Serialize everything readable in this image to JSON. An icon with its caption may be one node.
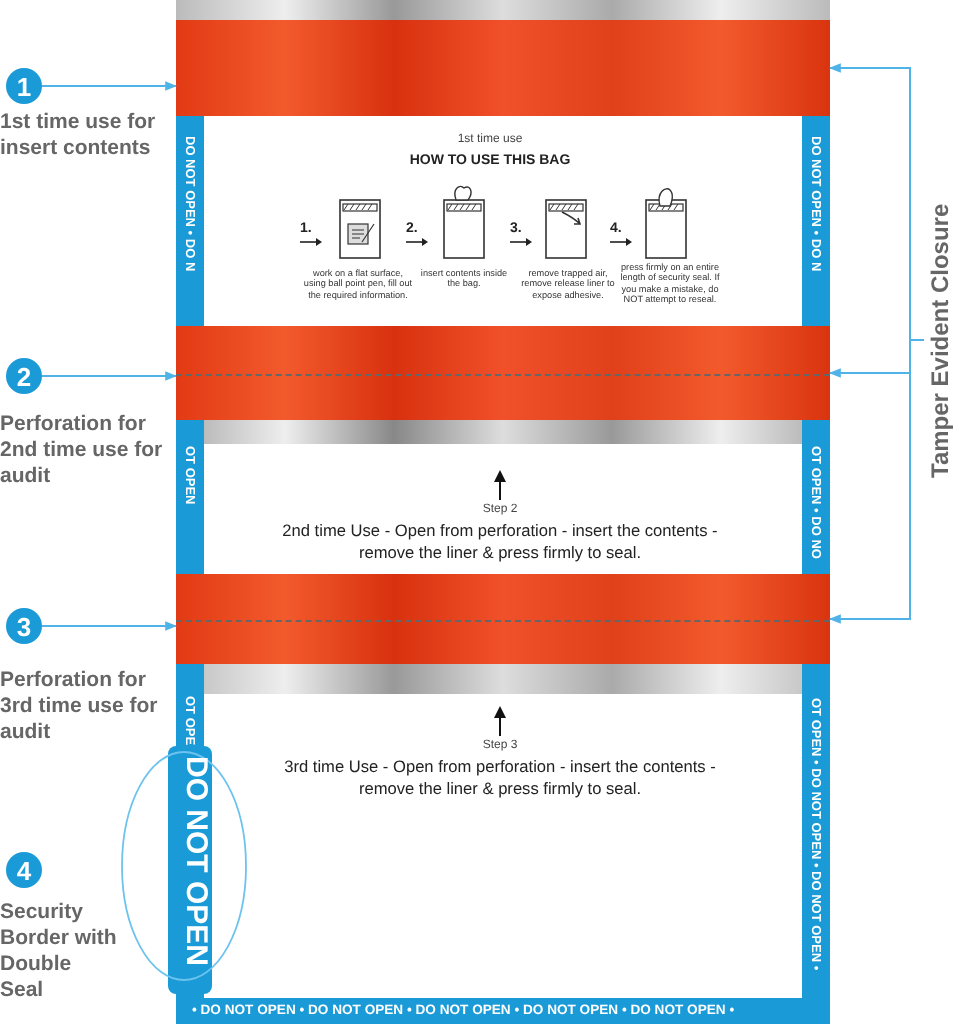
{
  "diagram": {
    "nodes": [
      {
        "text": [
          "1"
        ],
        "beside": [
          "1st time use for insert contents"
        ]
      },
      {
        "text": [],
        "shape": "bar"
      },
      {
        "text": [
          "2"
        ],
        "beside": [
          "Perforation for 2nd time use for audit"
        ]
      },
      {
        "text": [],
        "shape": "bar"
      },
      {
        "text": [
          "3"
        ],
        "beside": [
          "Perforation for 3rd time use for audit"
        ]
      },
      {
        "text": [],
        "shape": "bar"
      },
      {
        "text": [
          "4"
        ],
        "beside": [
          "Security Border with Double Seal"
        ]
      },
      {
        "text": [
          "Tamper Evident Closure"
        ]
      }
    ],
    "edges": [
      {
        "from": 0,
        "to": 1,
        "arrow": "to"
      },
      {
        "from": 2,
        "to": 3,
        "arrow": "to"
      },
      {
        "from": 4,
        "to": 5,
        "arrow": "to"
      },
      {
        "from": 7,
        "to": 1,
        "arrow": "to"
      },
      {
        "from": 7,
        "to": 3,
        "arrow": "to"
      },
      {
        "from": 7,
        "to": 5,
        "arrow": "to"
      }
    ],
    "labels": [
      "1st time use",
      "HOW TO USE THIS BAG",
      "1.",
      "work on a flat surface, using ball point pen, fill out the required information.",
      "2.",
      "insert contents inside the bag.",
      "3.",
      "remove trapped air, remove release liner to expose adhesive.",
      "4.",
      "press firmly on an entire length of security seal. If you make a mistake, do NOT attempt to reseal.",
      "Step 2",
      "2nd time Use - Open from perforation - insert the contents - remove the liner & press firmly to seal.",
      "Step 3",
      "3rd time Use - Open from perforation - insert the contents - remove the liner & press firmly to seal.",
      "DO NOT OPEN • DO N",
      "OT OPEN",
      "OT OPE",
      "DO NOT OPEN",
      "DO NOT OPEN • DO N",
      "OT OPEN • DO NO",
      "OT OPEN • DO NOT OPEN • DO NOT OPEN •",
      "• DO NOT OPEN • DO NOT OPEN • DO NOT OPEN • DO NOT OPEN • DO NOT OPEN •"
    ]
  }
}
